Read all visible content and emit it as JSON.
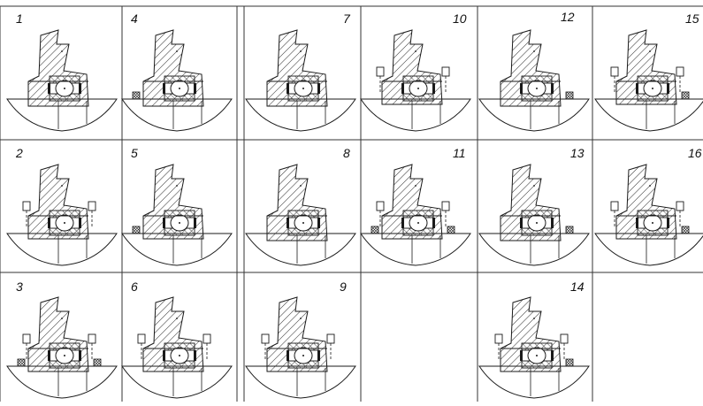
{
  "colors": {
    "ink": "#1a1a1a",
    "paper": "#ffffff",
    "grid": "#333333"
  },
  "variants": [
    {
      "label": "1",
      "features": {
        "bolts": false,
        "left_seal": false,
        "right_seal": false,
        "tall_housing": false
      }
    },
    {
      "label": "2",
      "features": {
        "bolts": true,
        "left_seal": false,
        "right_seal": false,
        "tall_housing": true
      }
    },
    {
      "label": "3",
      "features": {
        "bolts": true,
        "left_seal": true,
        "right_seal": true,
        "tall_housing": true
      }
    },
    {
      "label": "4",
      "features": {
        "bolts": false,
        "left_seal": true,
        "right_seal": false,
        "tall_housing": false
      }
    },
    {
      "label": "5",
      "features": {
        "bolts": false,
        "left_seal": true,
        "right_seal": false,
        "tall_housing": true
      }
    },
    {
      "label": "6",
      "features": {
        "bolts": true,
        "left_seal": false,
        "right_seal": false,
        "tall_housing": true
      }
    },
    {
      "label": "7",
      "features": {
        "bolts": false,
        "left_seal": false,
        "right_seal": false,
        "tall_housing": false
      }
    },
    {
      "label": "8",
      "features": {
        "bolts": false,
        "left_seal": false,
        "right_seal": false,
        "tall_housing": false
      }
    },
    {
      "label": "9",
      "features": {
        "bolts": true,
        "left_seal": false,
        "right_seal": false,
        "tall_housing": true
      }
    },
    {
      "label": "10",
      "features": {
        "bolts": true,
        "left_seal": false,
        "right_seal": false,
        "tall_housing": true
      }
    },
    {
      "label": "11",
      "features": {
        "bolts": true,
        "left_seal": true,
        "right_seal": true,
        "tall_housing": true
      }
    },
    {
      "label": "12",
      "features": {
        "bolts": false,
        "left_seal": false,
        "right_seal": true,
        "tall_housing": false
      }
    },
    {
      "label": "13",
      "features": {
        "bolts": false,
        "left_seal": false,
        "right_seal": true,
        "tall_housing": false
      }
    },
    {
      "label": "14",
      "features": {
        "bolts": true,
        "left_seal": false,
        "right_seal": true,
        "tall_housing": true
      }
    },
    {
      "label": "15",
      "features": {
        "bolts": true,
        "left_seal": false,
        "right_seal": true,
        "tall_housing": true
      }
    },
    {
      "label": "16",
      "features": {
        "bolts": true,
        "left_seal": false,
        "right_seal": true,
        "tall_housing": true
      }
    }
  ]
}
